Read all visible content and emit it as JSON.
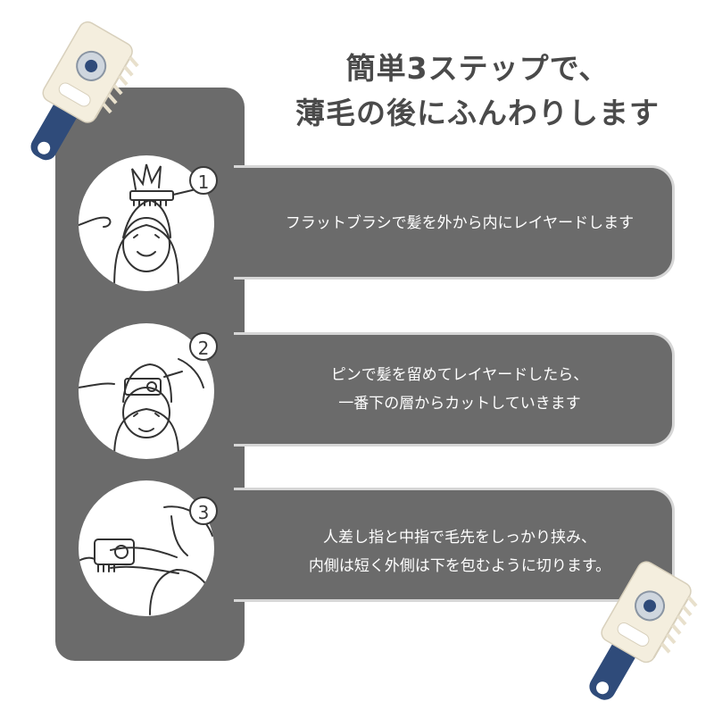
{
  "title": {
    "line1": "簡単3ステップで、",
    "line2": "薄毛の後にふんわりします"
  },
  "steps": [
    {
      "number": "1",
      "text": [
        "フラットブラシで髪を外から内にレイヤードします"
      ]
    },
    {
      "number": "2",
      "text": [
        "ピンで髪を留めてレイヤードしたら、",
        "一番下の層からカットしていきます"
      ]
    },
    {
      "number": "3",
      "text": [
        "人差し指と中指で毛先をしっかり挟み、",
        "内側は短く外側は下を包むように切ります。"
      ]
    }
  ],
  "colors": {
    "panel": "#6b6b6b",
    "title_text": "#4a4a4a",
    "step_text": "#ffffff",
    "tool_body": "#f4eede",
    "tool_handle": "#2f4b7a"
  },
  "icons": [
    "hair-comb-trimmer-icon",
    "step-illustration-icon"
  ]
}
